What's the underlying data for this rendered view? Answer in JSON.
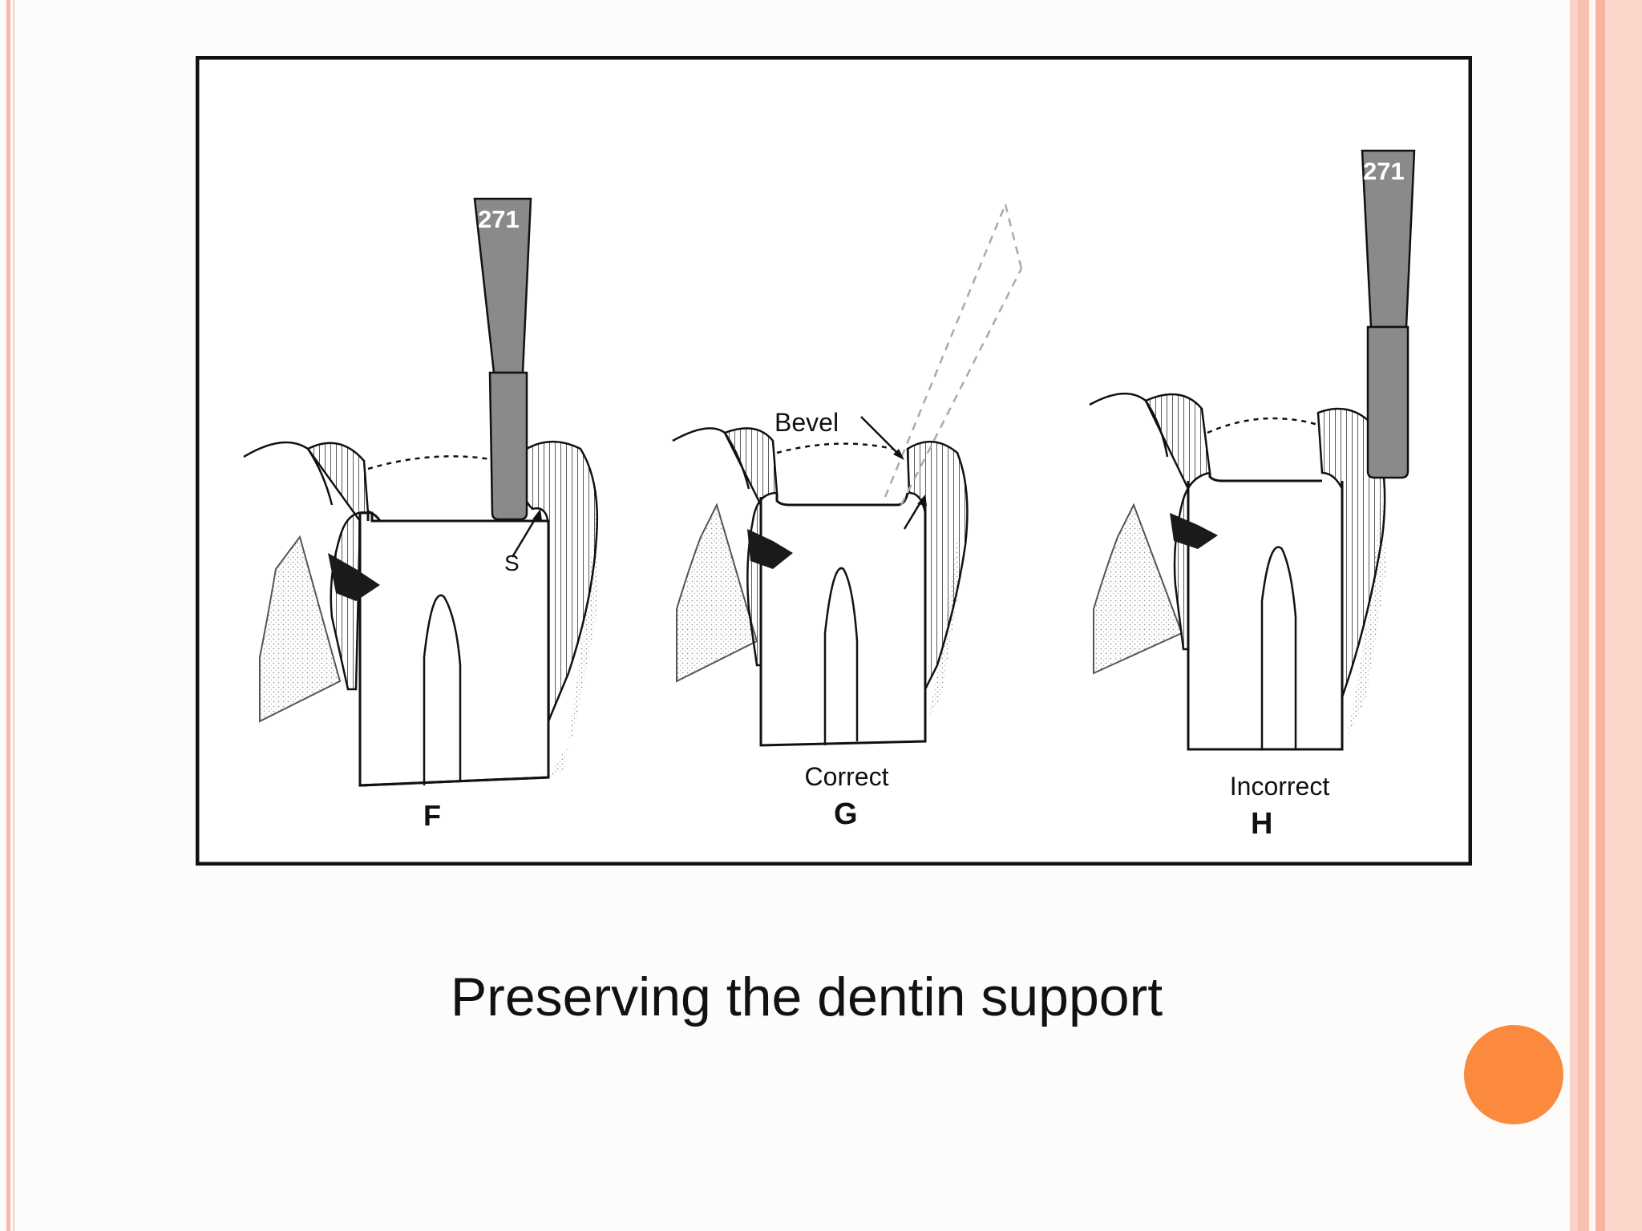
{
  "slide": {
    "caption": "Preserving the dentin support",
    "accent_color": "#fb8a3e",
    "frame_colors": [
      "#f7b8a8",
      "#fbd3c6"
    ]
  },
  "diagram": {
    "panels": [
      {
        "letter": "F",
        "bur_label": "271",
        "pointer_label": "S"
      },
      {
        "letter": "G",
        "status": "Correct",
        "pointer_label": "Bevel"
      },
      {
        "letter": "H",
        "status": "Incorrect",
        "bur_label": "271"
      }
    ]
  }
}
